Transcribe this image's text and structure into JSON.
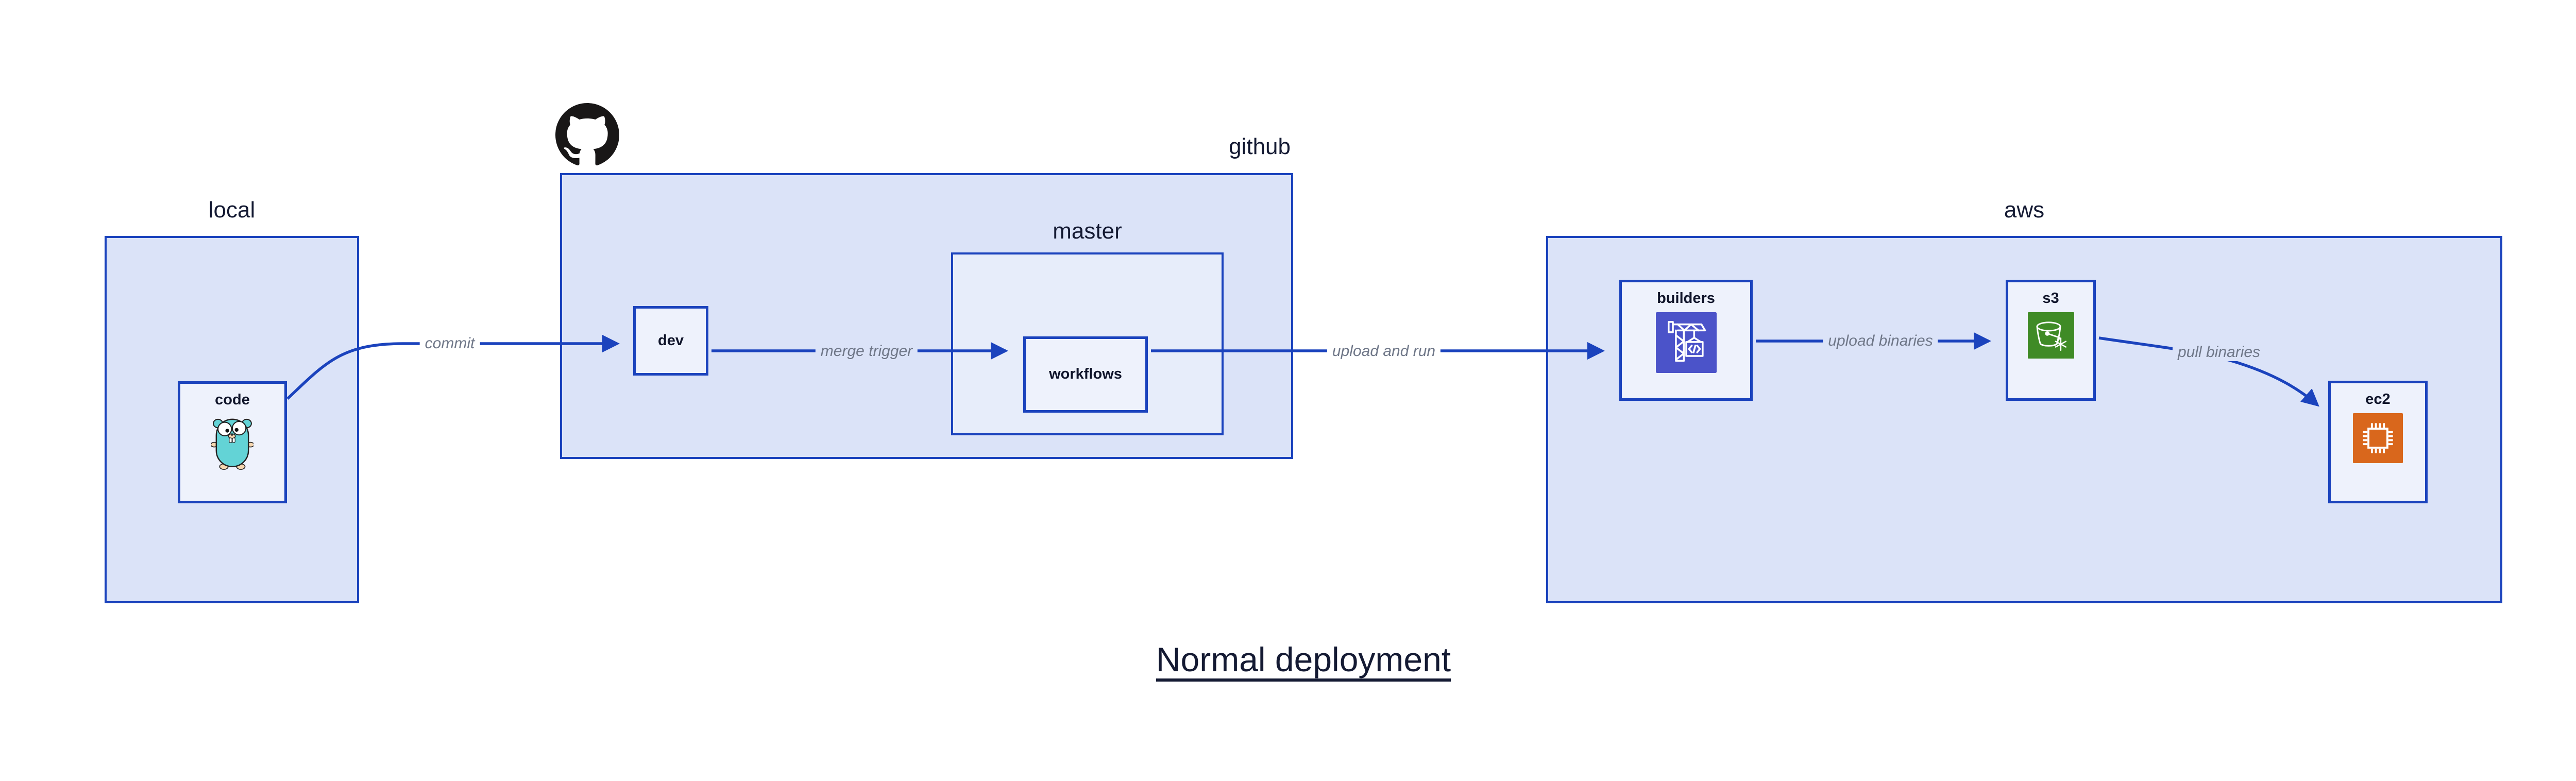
{
  "title": "Normal deployment",
  "regions": {
    "local": {
      "label": "local"
    },
    "github": {
      "label": "github"
    },
    "master": {
      "label": "master"
    },
    "aws": {
      "label": "aws"
    }
  },
  "nodes": {
    "code": {
      "label": "code",
      "icon": "go-gopher-icon"
    },
    "dev": {
      "label": "dev"
    },
    "workflows": {
      "label": "workflows"
    },
    "builders": {
      "label": "builders",
      "icon": "aws-codebuild-crane-icon"
    },
    "s3": {
      "label": "s3",
      "icon": "aws-s3-bucket-snowflake-icon"
    },
    "ec2": {
      "label": "ec2",
      "icon": "aws-ec2-chip-icon"
    }
  },
  "edges": {
    "commit": {
      "label": "commit",
      "from": "code",
      "to": "dev"
    },
    "merge_trigger": {
      "label": "merge trigger",
      "from": "dev",
      "to": "workflows"
    },
    "upload_and_run": {
      "label": "upload and run",
      "from": "workflows",
      "to": "builders"
    },
    "upload_binaries": {
      "label": "upload binaries",
      "from": "builders",
      "to": "s3"
    },
    "pull_binaries": {
      "label": "pull binaries",
      "from": "s3",
      "to": "ec2"
    }
  },
  "icons": {
    "github_logo": "github-octocat-icon"
  },
  "colors": {
    "region_fill": "#dbe3f8",
    "master_fill": "#e7edfa",
    "node_fill": "#eef2fc",
    "border_blue": "#1b43bd",
    "arrow_blue": "#1b43bd",
    "edge_label_gray": "#6f7788",
    "text_navy": "#141a33",
    "codebuild_purple": "#4b53c9",
    "s3_green": "#3f8b26",
    "ec2_orange": "#d9671c",
    "gopher_teal": "#63d3d6",
    "octocat_black": "#191717"
  }
}
